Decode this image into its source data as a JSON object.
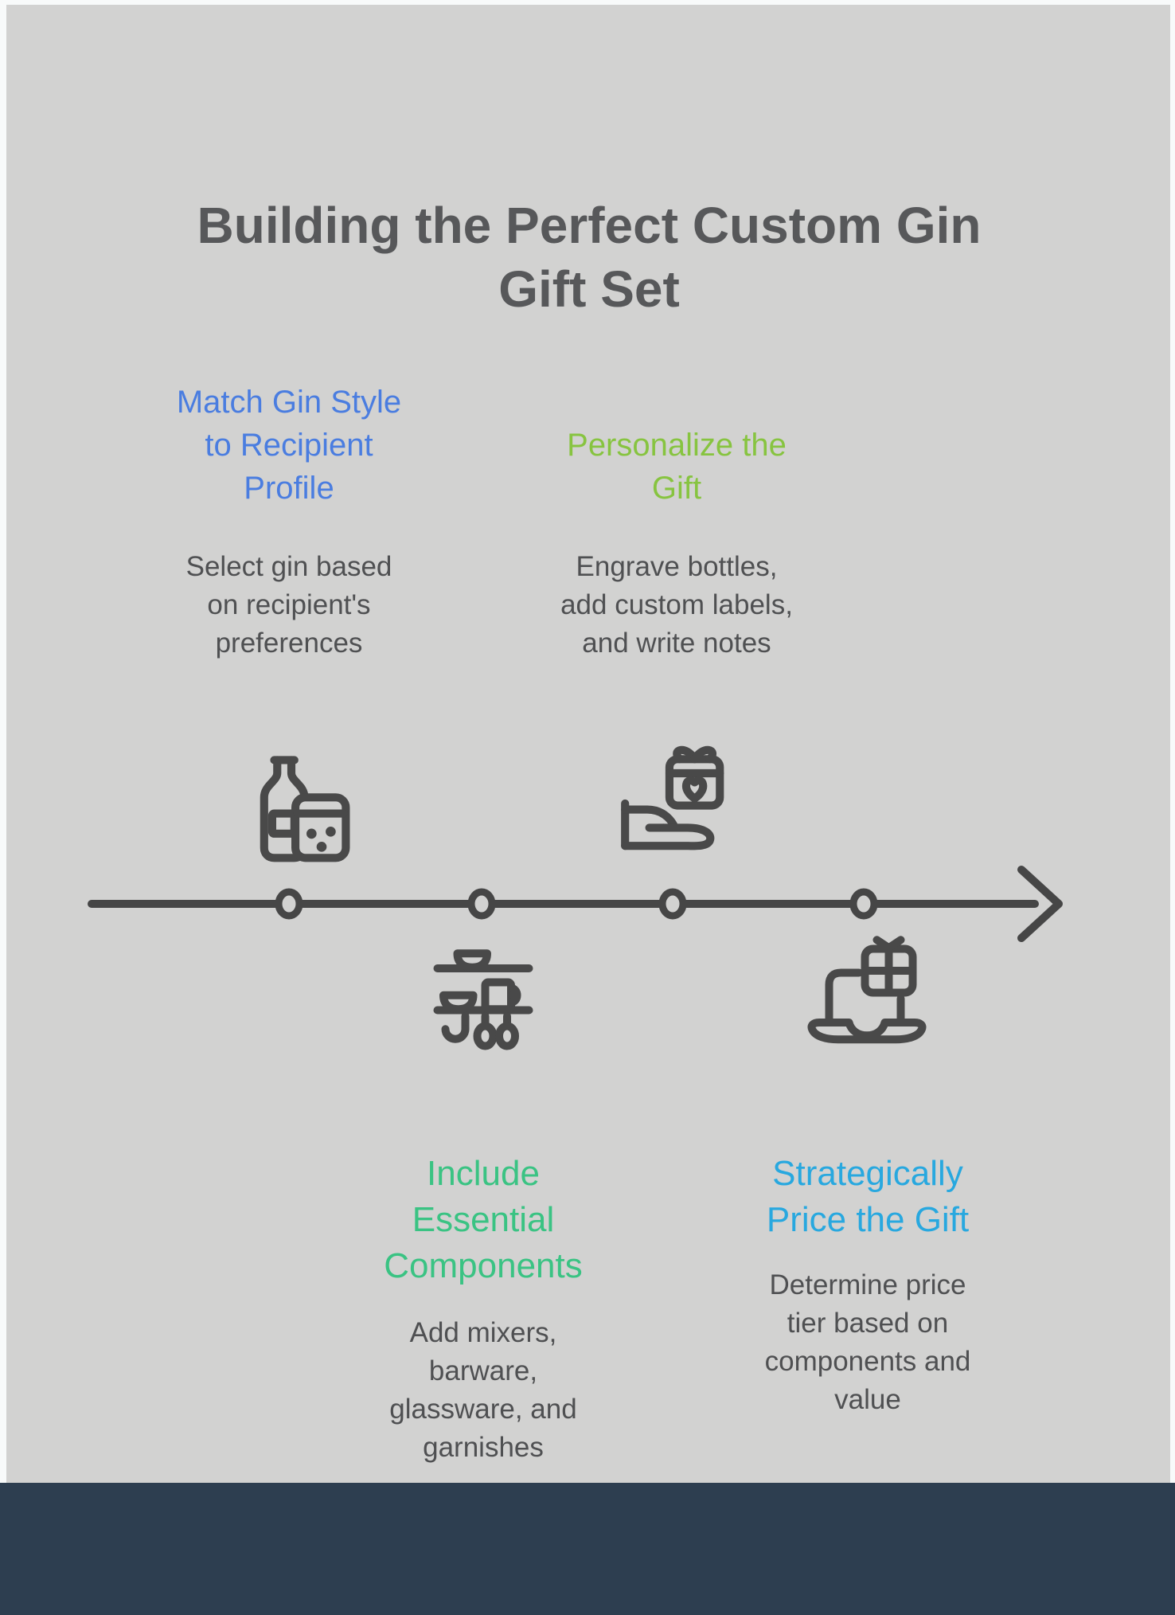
{
  "page": {
    "title": "Building the Perfect Custom Gin\nGift Set"
  },
  "steps": [
    {
      "heading": "Match Gin Style\nto Recipient\nProfile",
      "heading_color": "#4a7de0",
      "body": "Select gin based\non recipient's\npreferences",
      "icon": "gin-bottle-and-glass-icon",
      "position": "above-timeline"
    },
    {
      "heading": "Personalize the\nGift",
      "heading_color": "#87c440",
      "body": "Engrave bottles,\nadd custom labels,\nand write notes",
      "icon": "hand-holding-gift-icon",
      "position": "above-timeline"
    },
    {
      "heading": "Include\nEssential\nComponents",
      "heading_color": "#3ac383",
      "body": "Add mixers,\nbarware,\nglassware, and\ngarnishes",
      "icon": "barware-shelf-icon",
      "position": "below-timeline"
    },
    {
      "heading": "Strategically\nPrice the Gift",
      "heading_color": "#28a8df",
      "body": "Determine price\ntier based on\ncomponents and\nvalue",
      "icon": "laptop-with-gift-icon",
      "position": "below-timeline"
    }
  ],
  "timeline": {
    "node_count": 4,
    "direction": "left-to-right",
    "line_color": "#464646"
  },
  "colors": {
    "background": "#d2d2d1",
    "frame": "#f8fafa",
    "footer_bar": "#2d3e50",
    "title_text": "#57585a",
    "body_text": "#4f5052",
    "icon_stroke": "#494949"
  }
}
